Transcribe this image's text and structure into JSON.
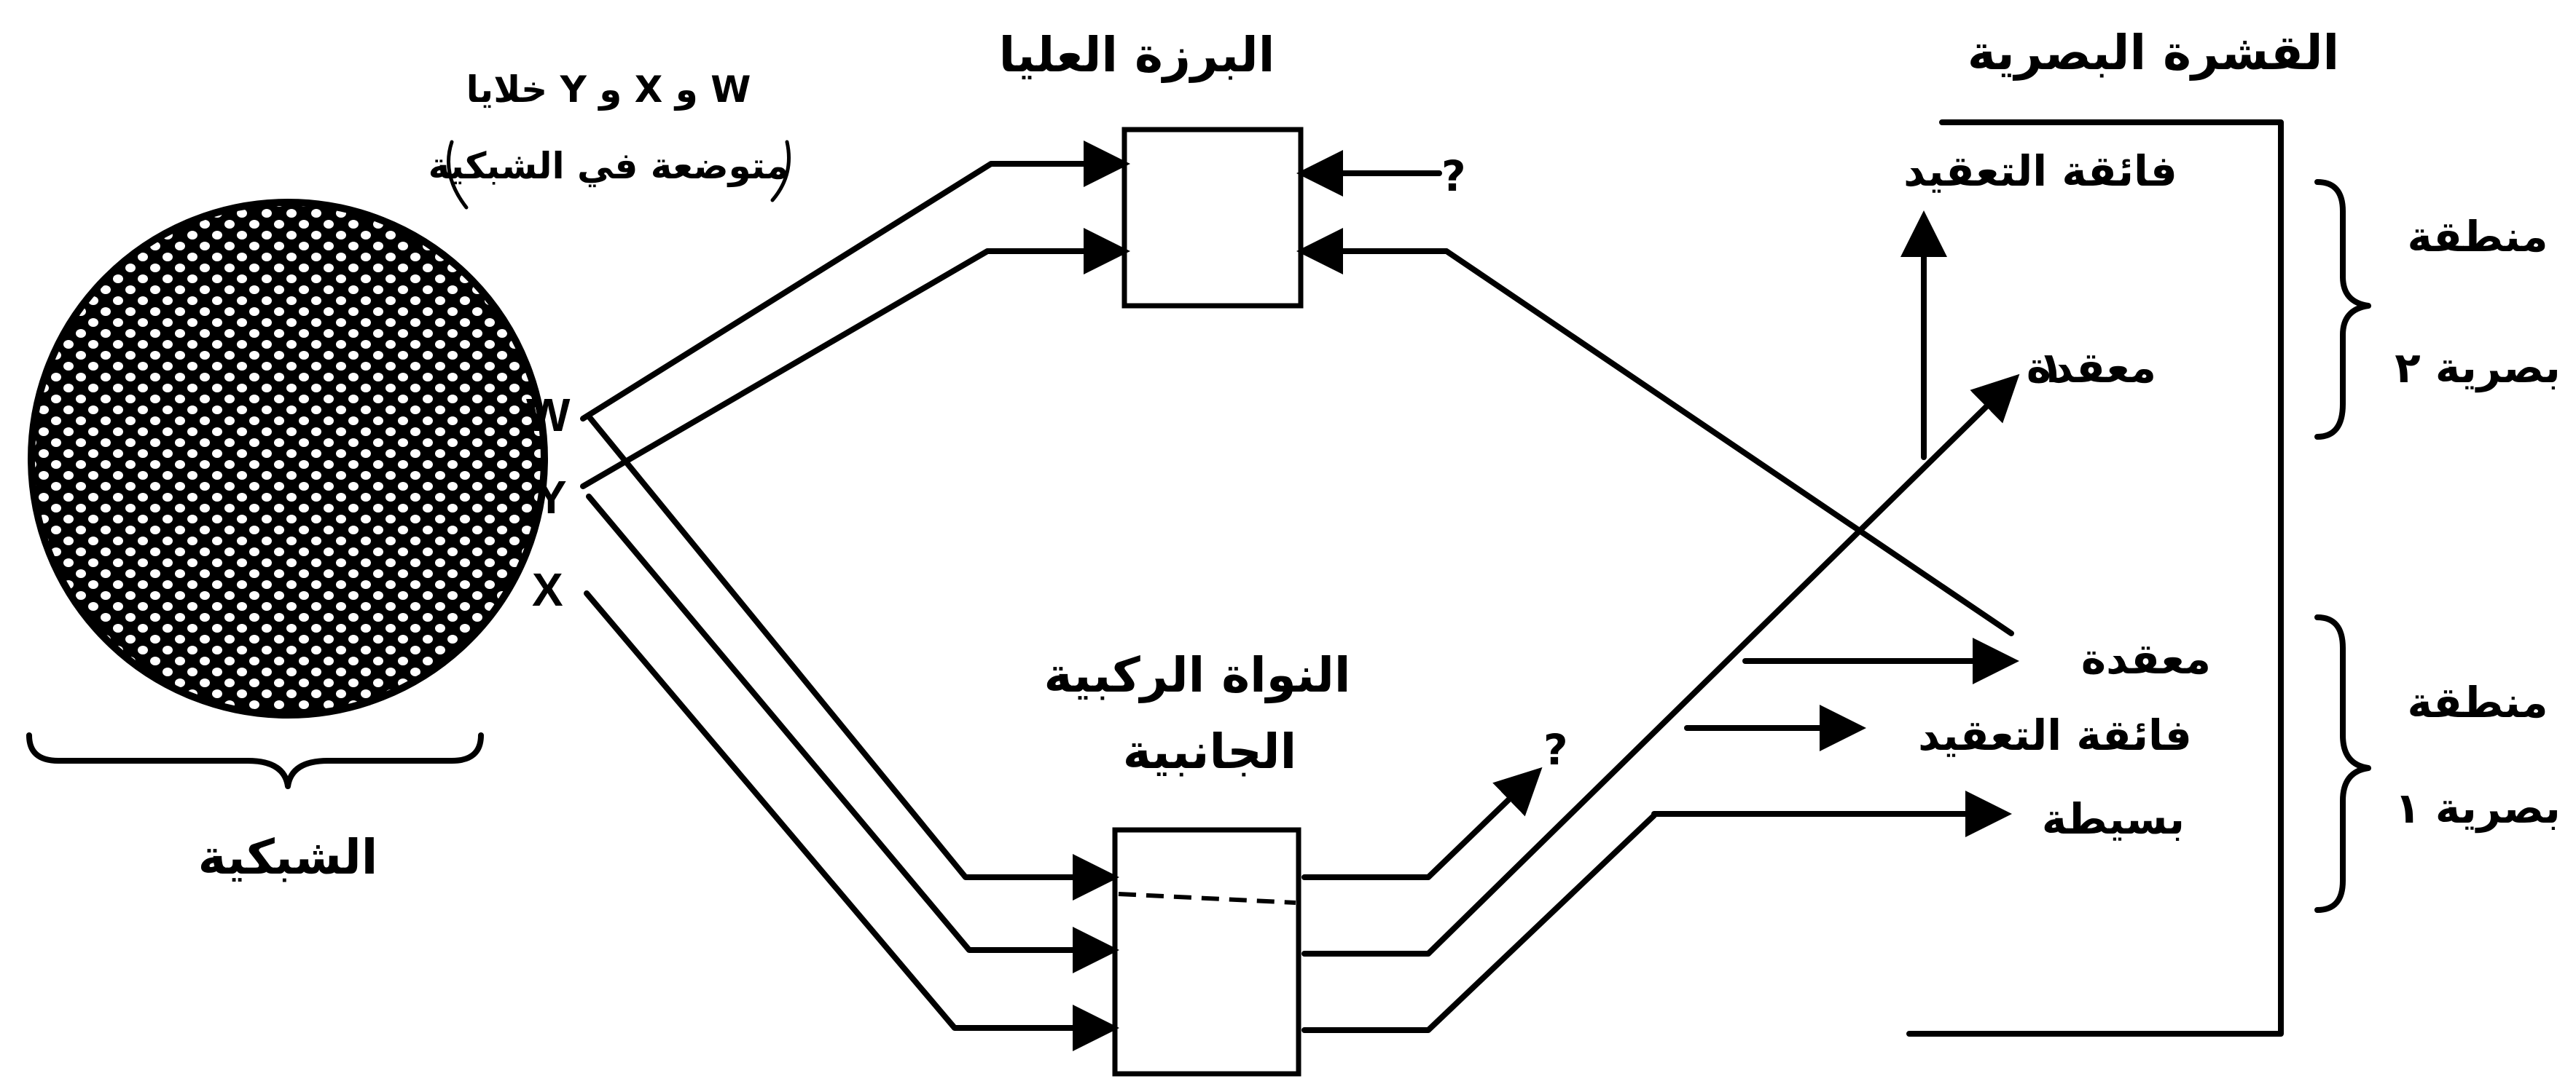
{
  "diagram": {
    "retina_label": "الشبكية",
    "retina_cells_note_line1": "خلايا Y و X و W",
    "retina_cells_note_line2": "متوضعة في الشبكية",
    "cell_w": "W",
    "cell_y": "Y",
    "cell_x": "X",
    "superior_colliculus": "البرزة العليا",
    "lgn_line1": "النواة الركبية",
    "lgn_line2": "الجانبية",
    "unknown_1": "?",
    "unknown_2": "?",
    "visual_cortex": "القشرة البصرية",
    "hypercomplex_top": "فائقة التعقيد",
    "complex_top": "معقدة",
    "complex_top_num": "١",
    "complex_bottom": "معقدة",
    "hypercomplex_bottom": "فائقة التعقيد",
    "simple": "بسيطة",
    "area2_line1": "منطقة",
    "area2_line2": "بصرية ٢",
    "area1_line1": "منطقة",
    "area1_line2": "بصرية ١"
  }
}
